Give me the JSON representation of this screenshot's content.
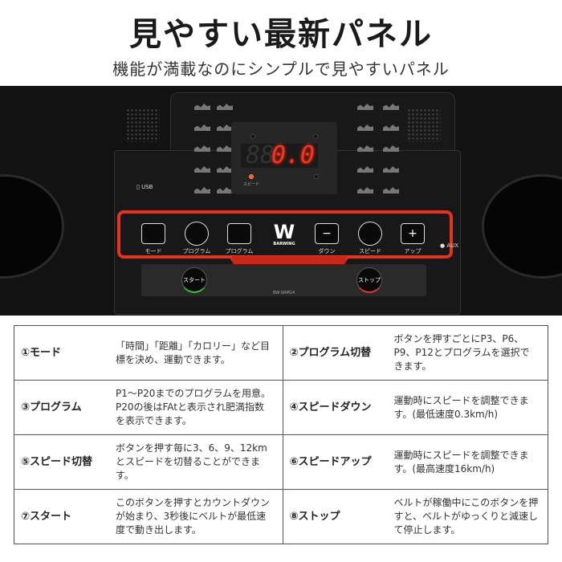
{
  "header": {
    "title": "見やすい最新パネル",
    "subtitle": "機能が満載なのにシンプルで見やすいパネル"
  },
  "panel": {
    "display_value": "0.0",
    "display_ghost": "88",
    "buttons": {
      "mode": "モード",
      "program_switch": "プログラム",
      "program": "プログラム",
      "down": "ダウン",
      "speed_switch": "スピード",
      "up": "アップ",
      "start": "スタート",
      "stop": "ストップ"
    },
    "usb": "USB",
    "aux": "AUX",
    "logo": "W",
    "logo_text": "BARWING",
    "model": "BW-SRM14",
    "indicator_speed": "スピード",
    "accent_color": "#e8321e",
    "led_color": "#ff3020"
  },
  "table": {
    "rows": [
      [
        {
          "label": "①モード",
          "desc": "「時間」「距離」「カロリー」など目標を決め、運動できます。"
        },
        {
          "label": "②プログラム切替",
          "desc": "ボタンを押すごとにP3、P6、P9、P12とプログラムを選択できます。"
        }
      ],
      [
        {
          "label": "③プログラム",
          "desc": "P1〜P20までのプログラムを用意。P20の後はFAtと表示され肥満指数を表示できます。"
        },
        {
          "label": "④スピードダウン",
          "desc": "運動時にスピードを調整できます。(最低速度0.3km/h)"
        }
      ],
      [
        {
          "label": "⑤スピード切替",
          "desc": "ボタンを押す毎に3、6、9、12kmとスピードを切替ることができます。"
        },
        {
          "label": "⑥スピードアップ",
          "desc": "運動時にスピードを調整できます。(最高速度16km/h)"
        }
      ],
      [
        {
          "label": "⑦スタート",
          "desc": "このボタンを押すとカウントダウンが始まり、3秒後にベルトが最低速度で動き出します。"
        },
        {
          "label": "⑧ストップ",
          "desc": "ベルトが稼働中にこのボタンを押すと、ベルトがゆっくりと減速して停止します。"
        }
      ]
    ]
  }
}
